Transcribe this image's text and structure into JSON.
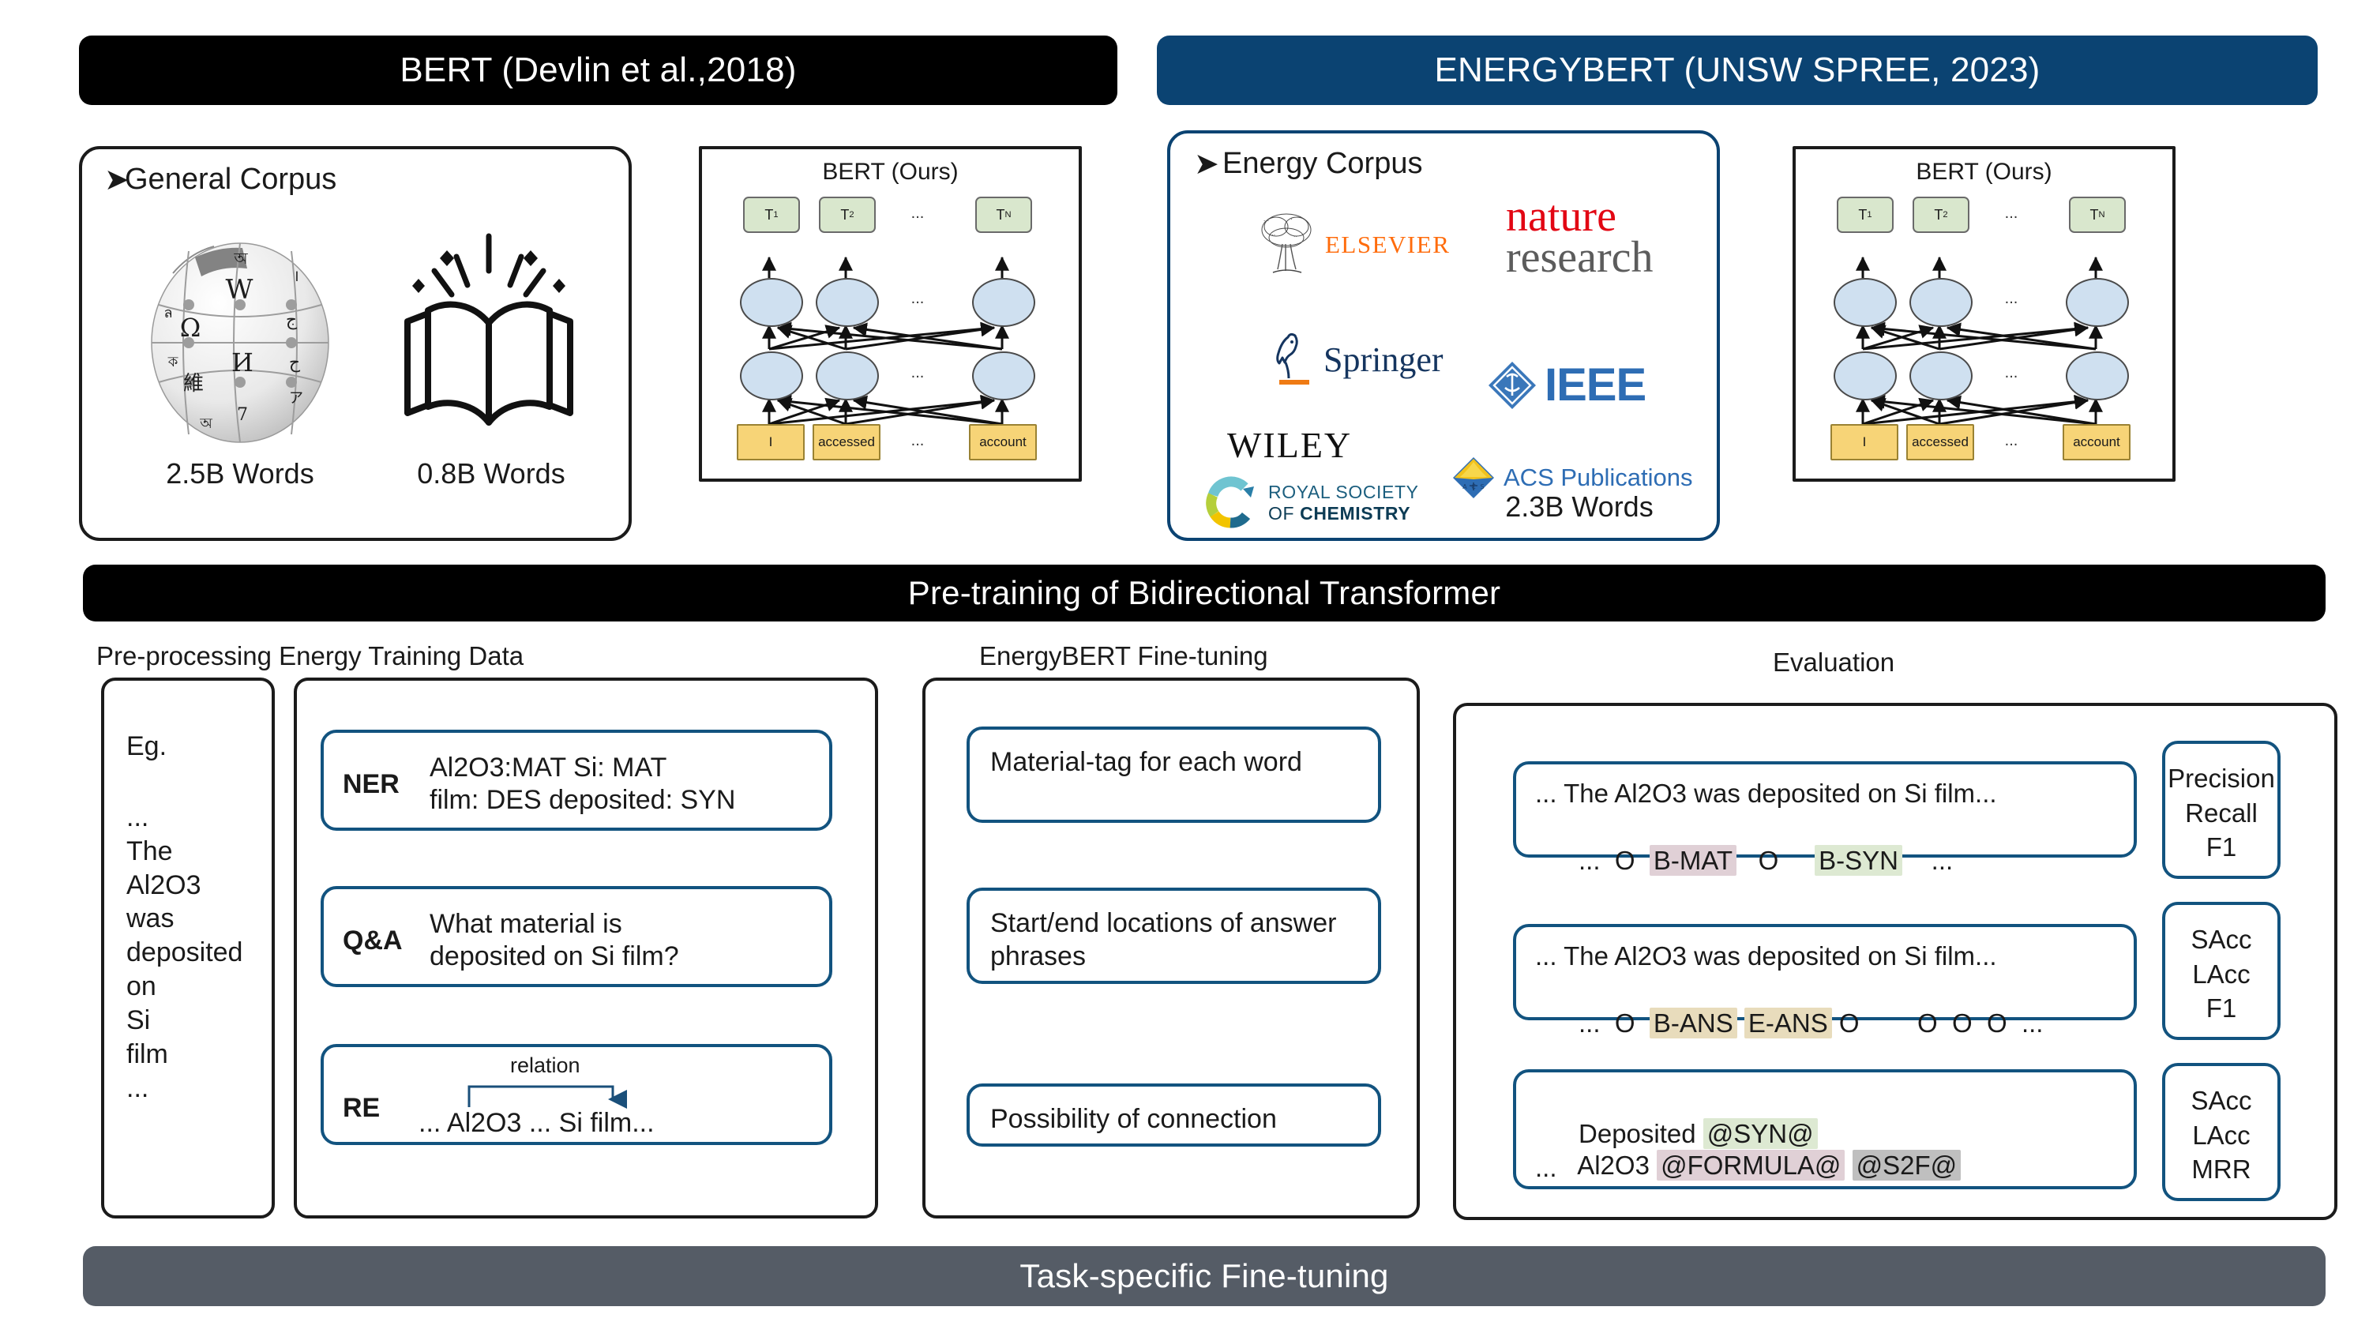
{
  "headers": {
    "left": "BERT (Devlin et al.,2018)",
    "right": "ENERGYBERT (UNSW SPREE, 2023)",
    "pretraining": "Pre-training of Bidirectional Transformer",
    "taskspecific": "Task-specific Fine-tuning"
  },
  "colors": {
    "black_banner": "#000000",
    "navy_banner": "#0b4372",
    "gray_banner": "#555c66",
    "navy_border": "#12537f",
    "token_green": "#d9e7cd",
    "input_yellow": "#f7d477",
    "cell_blue": "#cfe0f0",
    "hl_mat": "#e0d0d6",
    "hl_syn": "#dde9d2",
    "hl_ans": "#e8dcbc",
    "hl_s2f": "#bfbfbf"
  },
  "general_corpus": {
    "bullet": "➤",
    "title": "General Corpus",
    "items": [
      {
        "icon": "wikipedia-globe-icon",
        "words": "2.5B Words"
      },
      {
        "icon": "open-book-icon",
        "words": "0.8B Words"
      }
    ]
  },
  "energy_corpus": {
    "bullet": "➤",
    "title": "Energy Corpus",
    "words": "2.3B Words",
    "publishers": [
      {
        "name": "elsevier-logo",
        "text": "ELSEVIER"
      },
      {
        "name": "nature-research-logo",
        "line1": "nature",
        "line2": "research"
      },
      {
        "name": "springer-logo",
        "text": "Springer"
      },
      {
        "name": "ieee-logo",
        "text": "IEEE"
      },
      {
        "name": "wiley-logo",
        "text": "WILEY"
      },
      {
        "name": "acs-publications-logo",
        "text": "ACS Publications"
      },
      {
        "name": "royal-society-of-chemistry-logo",
        "line1": "ROYAL SOCIETY",
        "line2a": "OF ",
        "line2b": "CHEMISTRY"
      }
    ]
  },
  "bert_box": {
    "title": "BERT (Ours)",
    "tokens": [
      "T",
      "T",
      "T"
    ],
    "token_subs": [
      "1",
      "2",
      "N"
    ],
    "inputs": [
      "I",
      "accessed",
      "account"
    ],
    "ellipsis": "..."
  },
  "preprocessing": {
    "title": "Pre-processing Energy Training Data",
    "example": {
      "header": "Eg.",
      "lines": [
        "...",
        "The",
        "Al2O3",
        "was",
        "deposited",
        "on",
        "Si",
        "film",
        "..."
      ]
    },
    "tasks": [
      {
        "label": "NER",
        "line1": "Al2O3:MAT   Si: MAT",
        "line2": "film: DES deposited: SYN"
      },
      {
        "label": "Q&A",
        "line1": "What material is",
        "line2": "deposited on Si film?"
      },
      {
        "label": "RE",
        "relation": "relation",
        "line2": "... Al2O3 ... Si film..."
      }
    ]
  },
  "finetuning": {
    "title": "EnergyBERT Fine-tuning",
    "boxes": [
      "Material-tag for each word",
      "Start/end locations of answer phrases",
      "Possibility of connection"
    ]
  },
  "evaluation": {
    "title": "Evaluation",
    "rows": [
      {
        "sentence": "... The Al2O3 was deposited on Si film...",
        "tag_pre": "...  O  ",
        "tag1": "B-MAT",
        "tag_mid": "   O     ",
        "tag2": "B-SYN",
        "tag_post": "    ...",
        "metrics": [
          "Precision",
          "Recall",
          "F1"
        ]
      },
      {
        "sentence": "... The Al2O3 was deposited on Si film...",
        "tag_pre": "...  O  ",
        "tag1": "B-ANS",
        "tag_mid": " ",
        "tag2": "E-ANS",
        "tag_post": " O        O  O  O  ...",
        "metrics": [
          "SAcc",
          "LAcc",
          "F1"
        ]
      },
      {
        "line1_pre": "Deposited ",
        "line1_tag": "@SYN@",
        "line2_pre": "Al2O3 ",
        "line2_tag1": "@FORMULA@",
        "line2_tag2": "@S2F@",
        "line3": "...",
        "metrics": [
          "SAcc",
          "LAcc",
          "MRR"
        ]
      }
    ]
  }
}
